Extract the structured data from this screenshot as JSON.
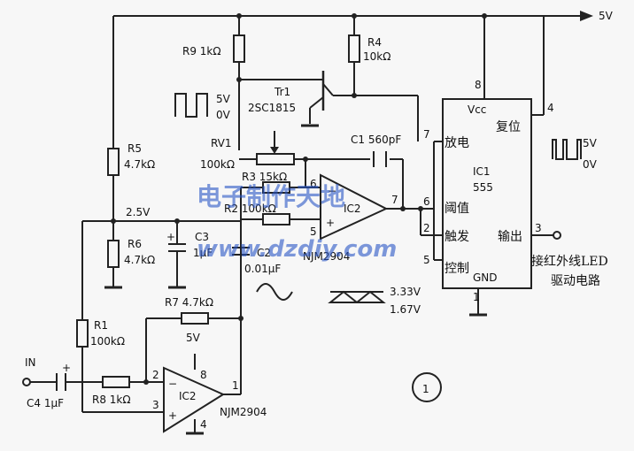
{
  "labels": {
    "supply": "5V",
    "r9": "R9  1kΩ",
    "r4": "R4",
    "r4_value": "10kΩ",
    "tr1": "Tr1",
    "tr1_part": "2SC1815",
    "pulse_high": "5V",
    "pulse_low": "0V",
    "rv1": "RV1",
    "rv1_value": "100kΩ",
    "c1": "C1   560pF",
    "r5": "R5",
    "r5_value": "4.7kΩ",
    "r3": "R3  15kΩ",
    "r2": "R2  100kΩ",
    "bias": "2.5V",
    "r6": "R6",
    "r6_value": "4.7kΩ",
    "plus": "+",
    "minus": "−",
    "c3": "C3",
    "c3_value": "1μF",
    "c2": "C2",
    "c2_value": "0.01μF",
    "ic2": "IC2",
    "ic2_part": "NJM2904",
    "zener_high": "3.33V",
    "zener_low": "1.67V",
    "vcc": "Vcc",
    "reset": "复位",
    "discharge": "放电",
    "ic1": "IC1",
    "ic1_part": "555",
    "threshold": "阈值",
    "trigger": "触发",
    "output": "输出",
    "control": "控制",
    "gnd": "GND",
    "ir_note_1": "接红外线LED",
    "ir_note_2": "驱动电路",
    "r7": "R7   4.7kΩ",
    "r1": "R1",
    "r1_value": "100kΩ",
    "r8": "R8  1kΩ",
    "input": "IN",
    "c4": "C4   1μF",
    "pin1": "1",
    "pin2": "2",
    "pin3": "3",
    "pin4": "4",
    "pin5": "5",
    "pin6": "6",
    "pin7": "7",
    "pin8": "8",
    "figure_number": "1"
  },
  "watermark": {
    "line1": "电子制作天地",
    "line2": "www.dzdiy.com"
  }
}
